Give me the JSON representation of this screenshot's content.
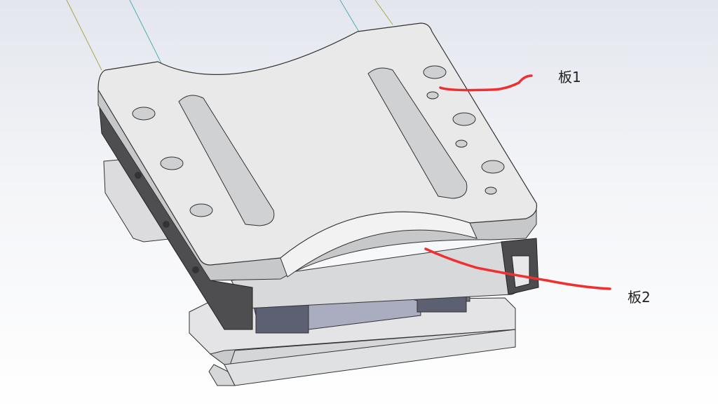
{
  "annotations": [
    {
      "id": "plate1",
      "text": "板1"
    },
    {
      "id": "plate2",
      "text": "板2"
    }
  ],
  "colors": {
    "annotation_stroke": "#f03030",
    "face_light": "#e9e9ea",
    "face_side": "#c9cacc",
    "face_dark": "#5a5a5c",
    "inner_blue": "#6f7385"
  }
}
